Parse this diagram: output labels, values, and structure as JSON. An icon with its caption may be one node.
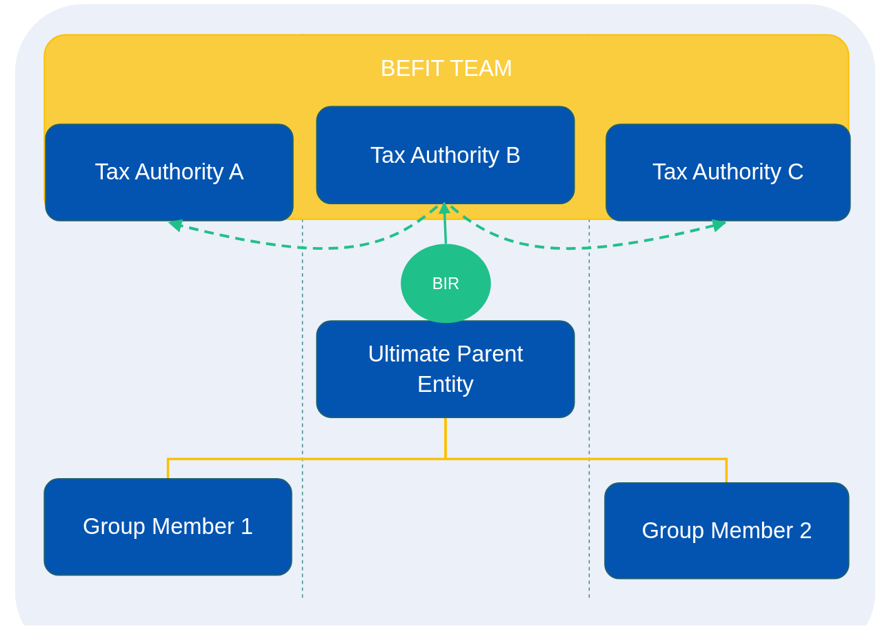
{
  "diagram": {
    "nodes": [
      {
        "text": [
          "BEFIT TEAM"
        ]
      },
      {
        "text": [
          "Tax Authority A"
        ],
        "in": 0
      },
      {
        "text": [
          "Tax Authority B"
        ],
        "in": 0
      },
      {
        "text": [
          "Tax Authority C"
        ],
        "in": 0
      },
      {
        "text": [
          "BIR"
        ]
      },
      {
        "text": [
          "Ultimate Parent Entity"
        ]
      },
      {
        "text": [
          "Group Member 1"
        ]
      },
      {
        "text": [
          "Group Member 2"
        ]
      }
    ],
    "edges": [
      {
        "from": 4,
        "to": 2,
        "arrow": "to"
      },
      {
        "from": 2,
        "to": 1,
        "arrow": "to",
        "style": "dashed"
      },
      {
        "from": 2,
        "to": 3,
        "arrow": "to",
        "style": "dashed"
      },
      {
        "from": 5,
        "to": 6,
        "arrow": "none",
        "color": "#fbc000"
      },
      {
        "from": 5,
        "to": 7,
        "arrow": "none",
        "color": "#fbc000"
      }
    ]
  }
}
